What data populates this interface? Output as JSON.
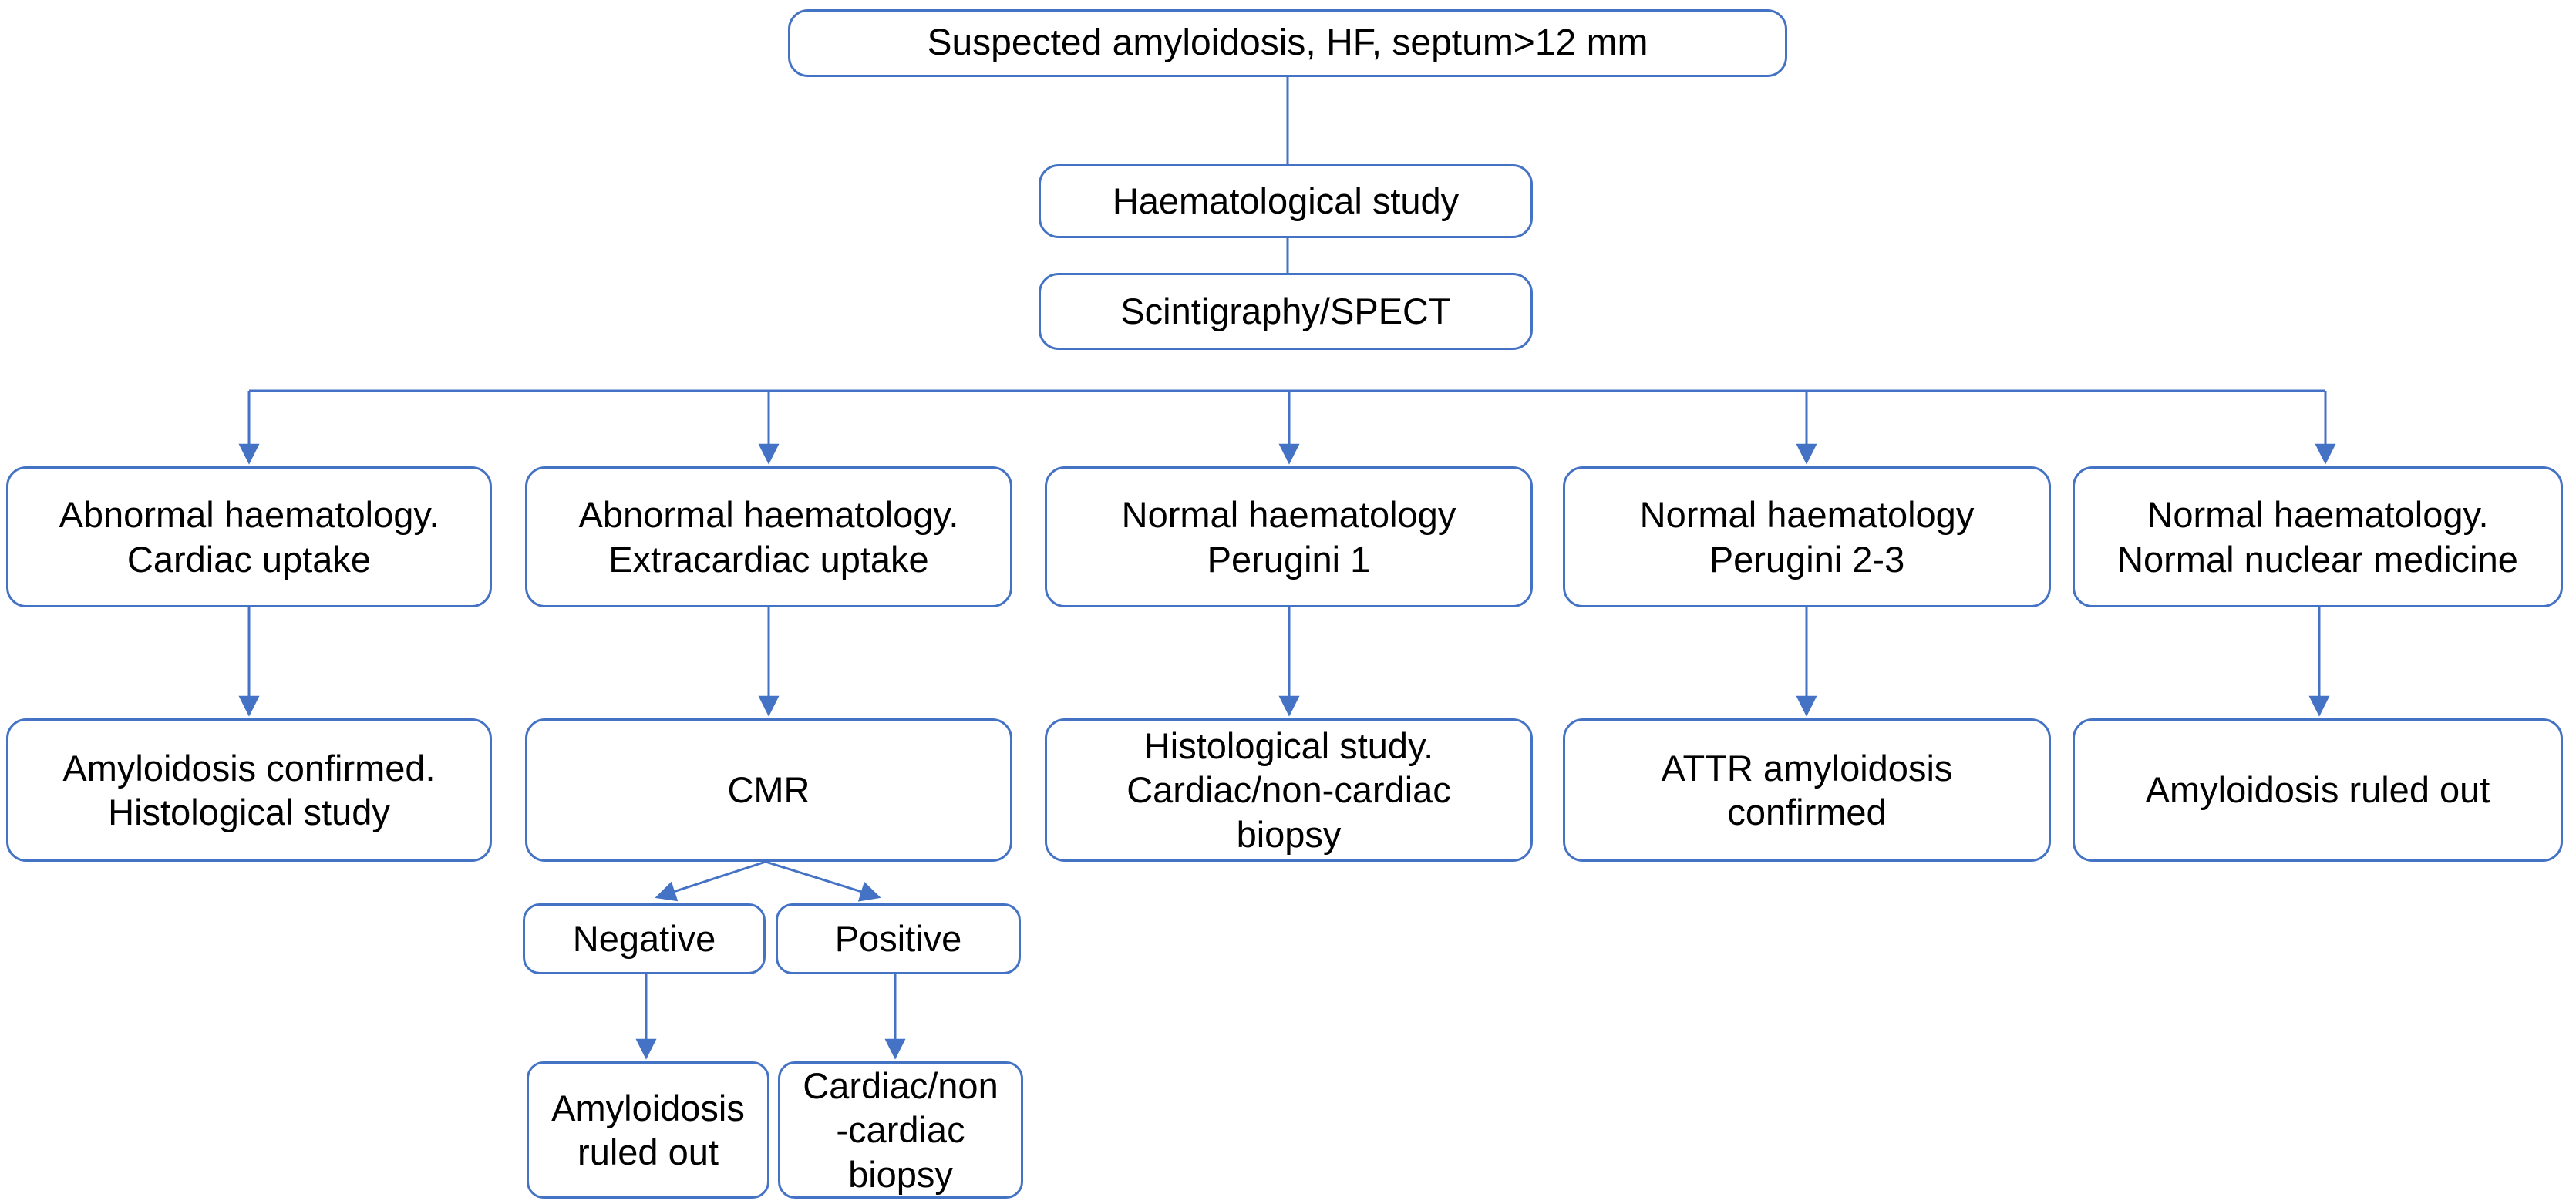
{
  "diagram_type": "flowchart",
  "colors": {
    "box_border": "#4472C4",
    "connector": "#4472C4",
    "box_fill": "#FFFFFF",
    "text": "#000000",
    "background": "#FFFFFF"
  },
  "nodes": {
    "suspected": {
      "text": "Suspected amyloidosis, HF, septum>12 mm"
    },
    "haematological_study": {
      "text": "Haematological study"
    },
    "scintigraphy_spect": {
      "text": "Scintigraphy/SPECT"
    },
    "abnormal_cardiac": {
      "text": "Abnormal haematology.\nCardiac uptake"
    },
    "abnormal_extracardiac": {
      "text": "Abnormal haematology.\nExtracardiac uptake"
    },
    "normal_perugini_1": {
      "text": "Normal haematology\nPerugini 1"
    },
    "normal_perugini_2_3": {
      "text": "Normal haematology\nPerugini 2-3"
    },
    "normal_nuclear": {
      "text": "Normal haematology.\nNormal nuclear medicine"
    },
    "amyloidosis_confirmed": {
      "text": "Amyloidosis confirmed.\nHistological study"
    },
    "cmr": {
      "text": "CMR"
    },
    "histological_biopsy": {
      "text": "Histological study.\nCardiac/non-cardiac\nbiopsy"
    },
    "attr_confirmed": {
      "text": "ATTR amyloidosis\nconfirmed"
    },
    "amyloidosis_ruled_out": {
      "text": "Amyloidosis ruled out"
    },
    "negative": {
      "text": "Negative"
    },
    "positive": {
      "text": "Positive"
    },
    "cmr_negative_outcome": {
      "text": "Amyloidosis\nruled out"
    },
    "cmr_positive_outcome": {
      "text": "Cardiac/non\n-cardiac\nbiopsy"
    }
  },
  "edges": [
    {
      "from": "suspected",
      "to": "haematological_study"
    },
    {
      "from": "haematological_study",
      "to": "scintigraphy_spect"
    },
    {
      "from": "scintigraphy_spect",
      "to": "abnormal_cardiac"
    },
    {
      "from": "scintigraphy_spect",
      "to": "abnormal_extracardiac"
    },
    {
      "from": "scintigraphy_spect",
      "to": "normal_perugini_1"
    },
    {
      "from": "scintigraphy_spect",
      "to": "normal_perugini_2_3"
    },
    {
      "from": "scintigraphy_spect",
      "to": "normal_nuclear"
    },
    {
      "from": "abnormal_cardiac",
      "to": "amyloidosis_confirmed"
    },
    {
      "from": "abnormal_extracardiac",
      "to": "cmr"
    },
    {
      "from": "normal_perugini_1",
      "to": "histological_biopsy"
    },
    {
      "from": "normal_perugini_2_3",
      "to": "attr_confirmed"
    },
    {
      "from": "normal_nuclear",
      "to": "amyloidosis_ruled_out"
    },
    {
      "from": "cmr",
      "to": "negative"
    },
    {
      "from": "cmr",
      "to": "positive"
    },
    {
      "from": "negative",
      "to": "cmr_negative_outcome"
    },
    {
      "from": "positive",
      "to": "cmr_positive_outcome"
    }
  ]
}
